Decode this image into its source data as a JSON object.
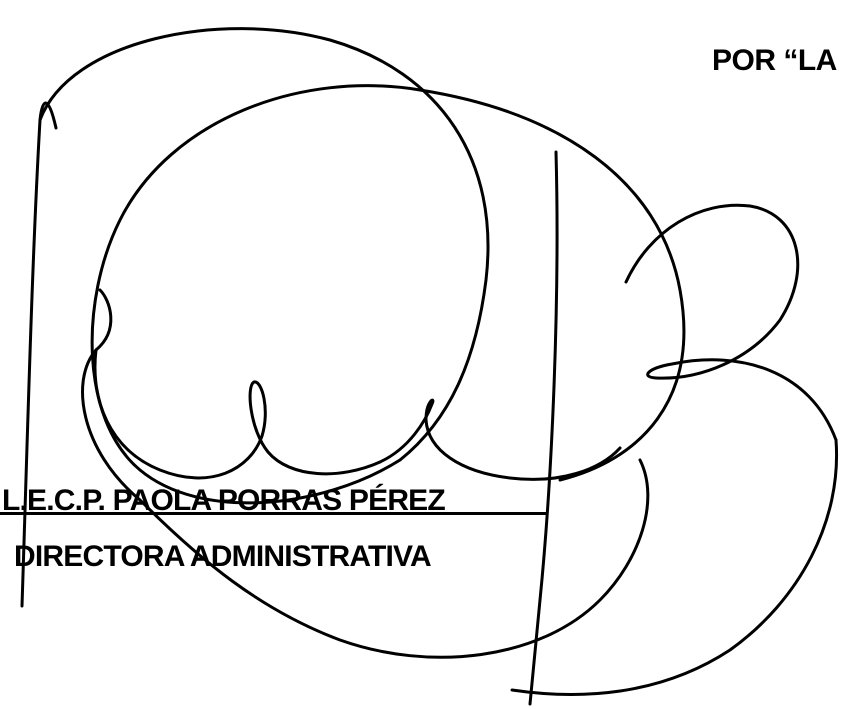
{
  "header": {
    "fragment": "POR “LA"
  },
  "signer": {
    "name": "L.E.C.P. PAOLA PORRAS PÉREZ",
    "title": "DIRECTORA ADMINISTRATIVA"
  },
  "signature": {
    "ink_color": "#000000"
  }
}
